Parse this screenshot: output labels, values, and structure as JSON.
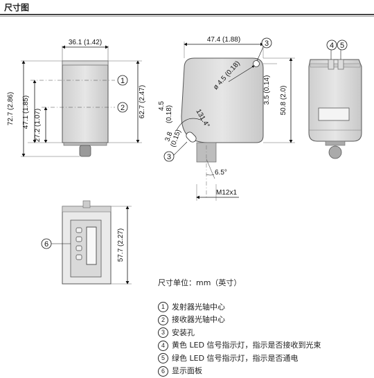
{
  "title": "尺寸图",
  "dims": {
    "front_width": "36.1 (1.42)",
    "front_height_total": "72.7 (2.86)",
    "front_height_body": "62.7 (2.47)",
    "front_axis1": "47.1 (1.85)",
    "front_axis2": "27.2 (1.07)",
    "side_width": "47.4 (1.88)",
    "side_hole": "ø 4.5 (0.18)",
    "side_hole_offset": "3.5 (0.14)",
    "side_height": "50.8 (2.0)",
    "side_angle": "131.4°",
    "side_45": "4.5",
    "side_45_in": "(0.18)",
    "side_38": "3.8",
    "side_38_in": "(0.15)",
    "side_cable_angle": "6.5°",
    "side_thread": "M12x1",
    "bottom_height": "57.7 (2.27)"
  },
  "callouts": [
    "①",
    "②",
    "③",
    "④",
    "⑤",
    "⑥"
  ],
  "legend": {
    "unit": "尺寸单位：mm（英寸）",
    "items": [
      {
        "num": "1",
        "text": "发射器光轴中心"
      },
      {
        "num": "2",
        "text": "接收器光轴中心"
      },
      {
        "num": "3",
        "text": "安装孔"
      },
      {
        "num": "4",
        "text": "黄色 LED 信号指示灯，指示是否接收到光束"
      },
      {
        "num": "5",
        "text": "绿色 LED 信号指示灯，指示是否通电"
      },
      {
        "num": "6",
        "text": "显示面板"
      }
    ]
  }
}
